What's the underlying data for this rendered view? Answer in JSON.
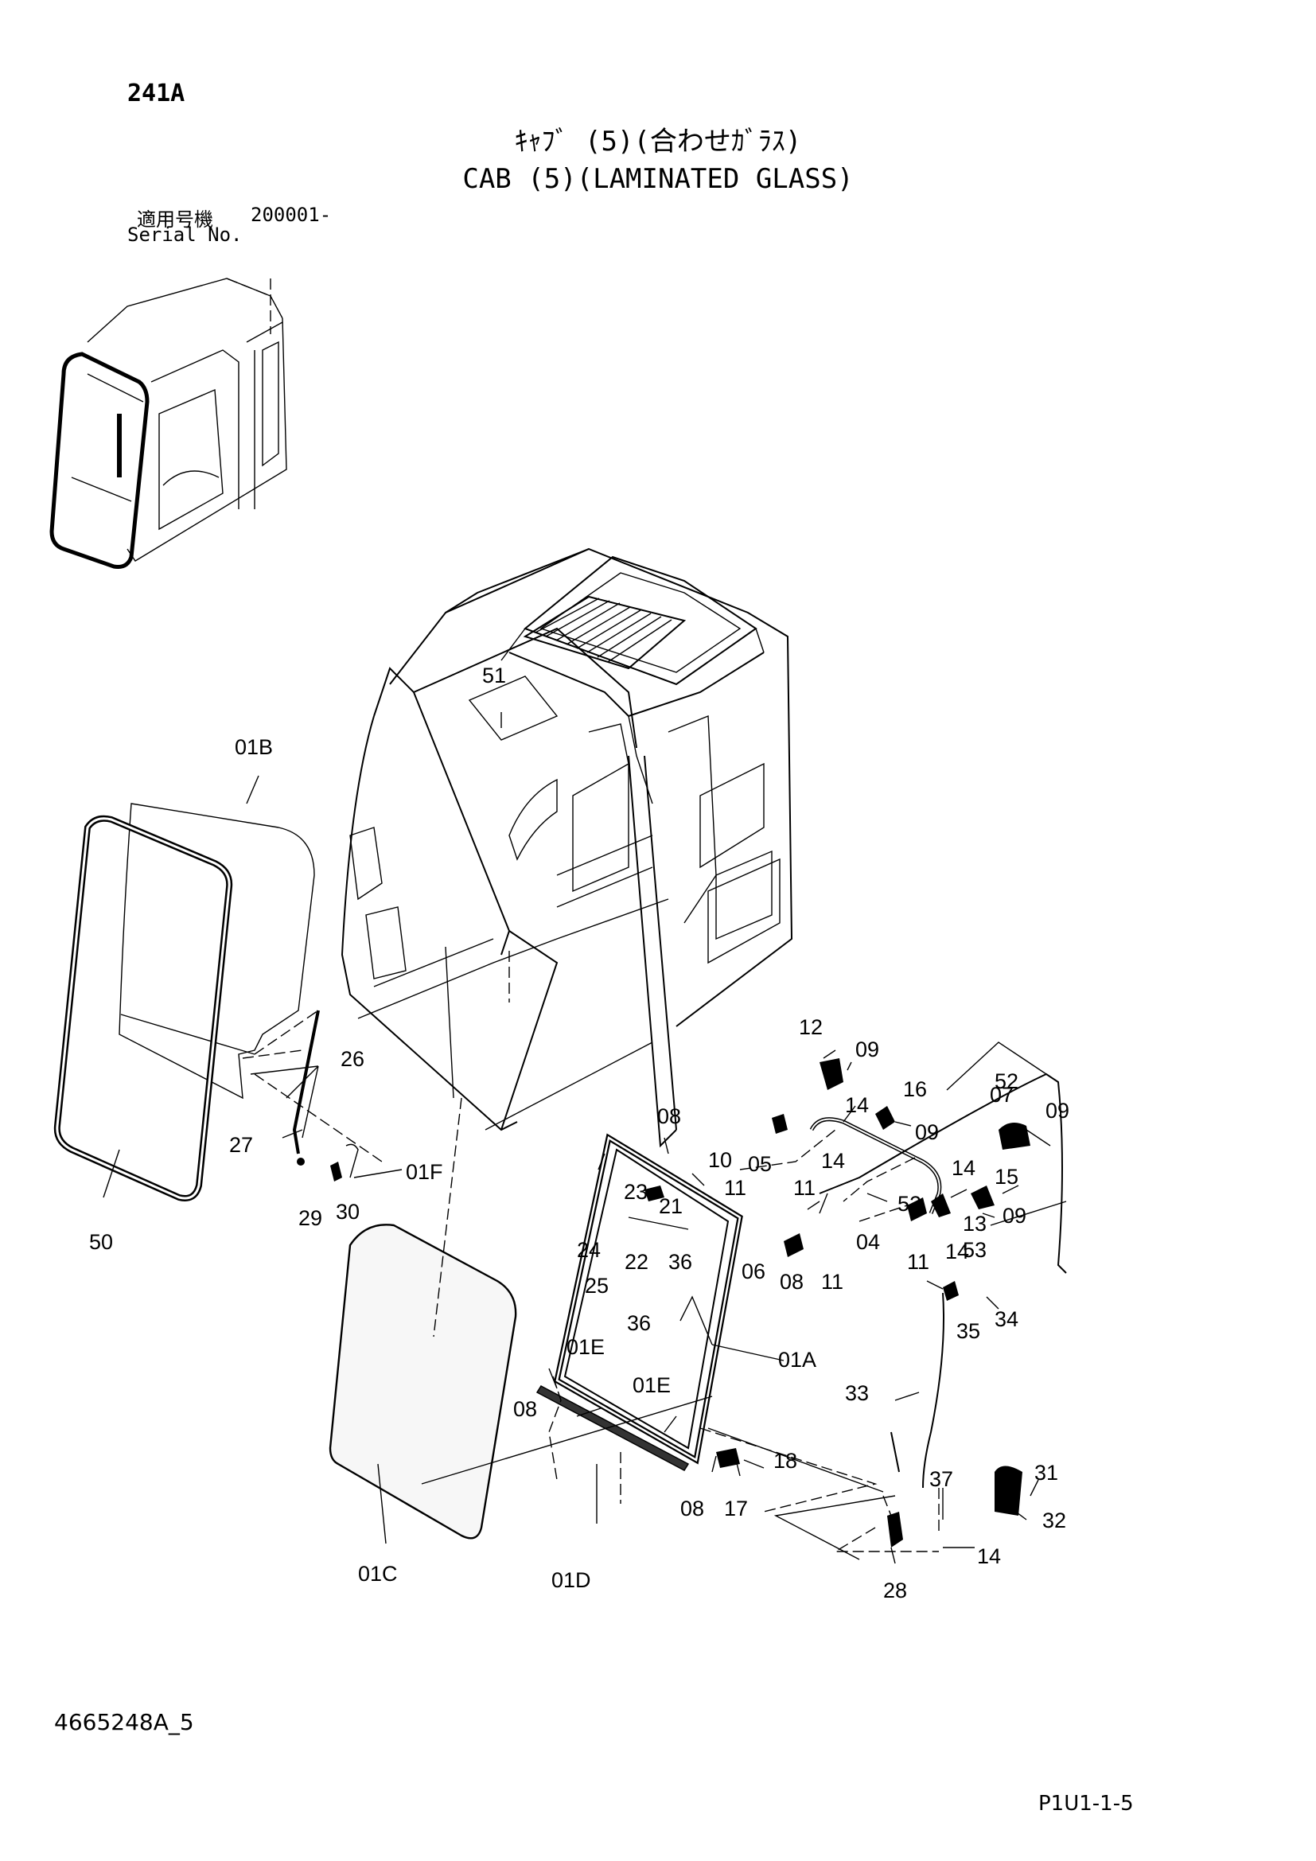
{
  "header": {
    "page_no": "241A",
    "title_jp": "ｷｬﾌﾞ (5)(合わせｶﾞﾗｽ)",
    "title_en": "CAB (5)(LAMINATED GLASS)",
    "serial_label_jp": "適用号機",
    "serial_value": "200001-",
    "serial_label_en": "Serial No."
  },
  "footer": {
    "doc_no": "4665248A_5",
    "page_ref": "P1U1-1-5"
  },
  "callouts": [
    {
      "id": "c52a",
      "label": "52"
    },
    {
      "id": "c52b",
      "label": "52"
    },
    {
      "id": "c53",
      "label": "53"
    },
    {
      "id": "c51",
      "label": "51"
    },
    {
      "id": "c01B",
      "label": "01B"
    },
    {
      "id": "c26",
      "label": "26"
    },
    {
      "id": "c27",
      "label": "27"
    },
    {
      "id": "c01F",
      "label": "01F"
    },
    {
      "id": "c29",
      "label": "29"
    },
    {
      "id": "c30",
      "label": "30"
    },
    {
      "id": "c50",
      "label": "50"
    },
    {
      "id": "c12",
      "label": "12"
    },
    {
      "id": "c09a",
      "label": "09"
    },
    {
      "id": "c14a",
      "label": "14"
    },
    {
      "id": "c16",
      "label": "16"
    },
    {
      "id": "c07",
      "label": "07"
    },
    {
      "id": "c09b",
      "label": "09"
    },
    {
      "id": "c09c",
      "label": "09"
    },
    {
      "id": "c08a",
      "label": "08"
    },
    {
      "id": "c10",
      "label": "10"
    },
    {
      "id": "c05",
      "label": "05"
    },
    {
      "id": "c14b",
      "label": "14"
    },
    {
      "id": "c11a",
      "label": "11"
    },
    {
      "id": "c11b",
      "label": "11"
    },
    {
      "id": "c14c",
      "label": "14"
    },
    {
      "id": "c15",
      "label": "15"
    },
    {
      "id": "c09d",
      "label": "09"
    },
    {
      "id": "c13",
      "label": "13"
    },
    {
      "id": "c23",
      "label": "23"
    },
    {
      "id": "c21",
      "label": "21"
    },
    {
      "id": "c24",
      "label": "24"
    },
    {
      "id": "c22",
      "label": "22"
    },
    {
      "id": "c36a",
      "label": "36"
    },
    {
      "id": "c04",
      "label": "04"
    },
    {
      "id": "c14d",
      "label": "14"
    },
    {
      "id": "c11c",
      "label": "11"
    },
    {
      "id": "c06",
      "label": "06"
    },
    {
      "id": "c08b",
      "label": "08"
    },
    {
      "id": "c11d",
      "label": "11"
    },
    {
      "id": "c25",
      "label": "25"
    },
    {
      "id": "c35",
      "label": "35"
    },
    {
      "id": "c34",
      "label": "34"
    },
    {
      "id": "c36b",
      "label": "36"
    },
    {
      "id": "c01E1",
      "label": "01E"
    },
    {
      "id": "c01A",
      "label": "01A"
    },
    {
      "id": "c33",
      "label": "33"
    },
    {
      "id": "c08c",
      "label": "08"
    },
    {
      "id": "c01E2",
      "label": "01E"
    },
    {
      "id": "c18",
      "label": "18"
    },
    {
      "id": "c31",
      "label": "31"
    },
    {
      "id": "c37",
      "label": "37"
    },
    {
      "id": "c32",
      "label": "32"
    },
    {
      "id": "c08d",
      "label": "08"
    },
    {
      "id": "c17",
      "label": "17"
    },
    {
      "id": "c14e",
      "label": "14"
    },
    {
      "id": "c28",
      "label": "28"
    },
    {
      "id": "c01C",
      "label": "01C"
    },
    {
      "id": "c01D",
      "label": "01D"
    }
  ]
}
